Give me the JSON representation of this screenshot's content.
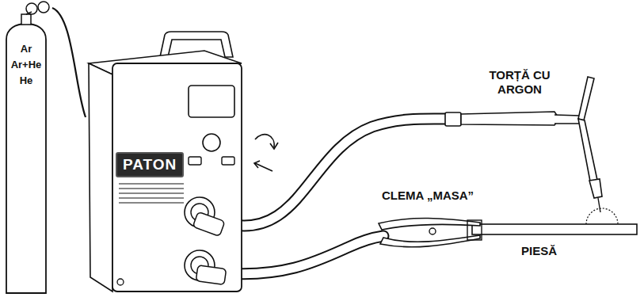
{
  "diagram": {
    "nodes": [
      {
        "text": [
          "Ar",
          "Ar+He",
          "He"
        ]
      },
      {
        "text": [
          "PATON"
        ]
      }
    ],
    "edges": [
      {
        "from": 0,
        "to": 1,
        "arrow": "none"
      }
    ],
    "labels": [
      "TORȚĂ CU ARGON",
      "CLEMA „MASA”",
      "PIESĂ"
    ]
  }
}
